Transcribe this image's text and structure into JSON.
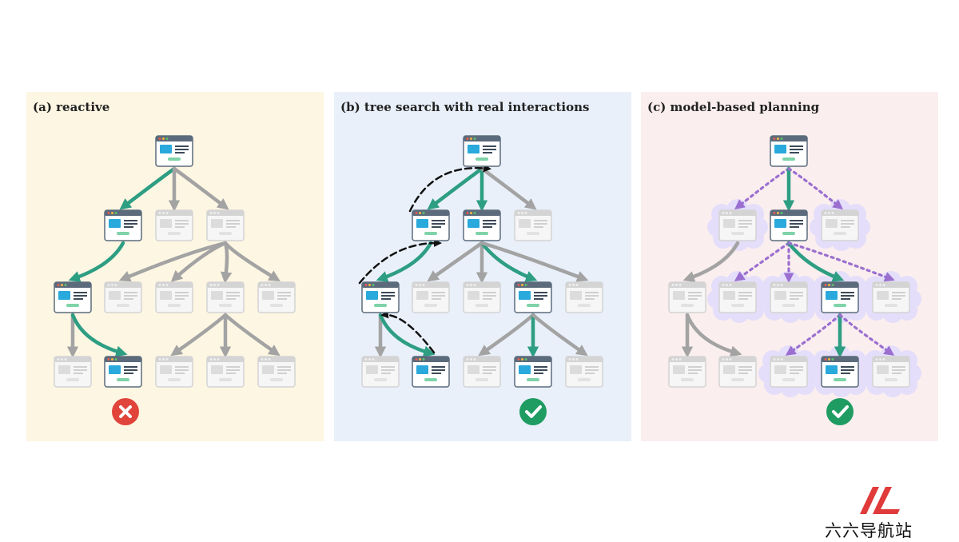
{
  "panels": [
    {
      "id": "a",
      "title": "(a) reactive",
      "outcome": "failure"
    },
    {
      "id": "b",
      "title": "(b) tree search with real interactions",
      "outcome": "success"
    },
    {
      "id": "c",
      "title": "(c) model-based planning",
      "outcome": "success"
    }
  ],
  "icons": {
    "webpage": "browser-window-icon",
    "failure": "x-mark-icon",
    "success": "check-mark-icon"
  },
  "colors": {
    "panel_a_bg": "#fdf6e3",
    "panel_b_bg": "#e9f0fa",
    "panel_c_bg": "#fbeeee",
    "chosen_arrow": "#2e9e83",
    "other_arrow": "#a3a3a3",
    "backtrack_arrow": "#111111",
    "simulated_arrow": "#9a6fd0",
    "imagined_cloud": "#e4defa",
    "failure": "#e0443a",
    "success": "#1f9c62"
  },
  "watermark": {
    "text": "六六导航站"
  }
}
